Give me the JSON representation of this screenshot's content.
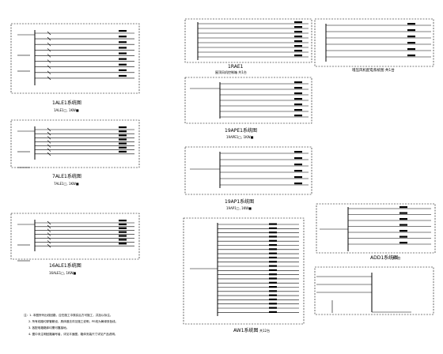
{
  "panels": [
    {
      "id": "1ALE1",
      "title": "1ALE1系统图",
      "subtitle": "1ALE1□, 1KW■"
    },
    {
      "id": "7ALE1",
      "title": "7ALE1系统图",
      "subtitle": "7ALE1□, 1KW■"
    },
    {
      "id": "16ALE1",
      "title": "16ALE1系统图",
      "subtitle": "16ALE1□, 1KW■"
    },
    {
      "id": "1RAE1",
      "title": "1RAE1",
      "subtitle": "屋顶风机控制箱 共1台"
    },
    {
      "id": "19APE1",
      "title": "19APE1系统图",
      "subtitle": "19APE1□, 1KW■"
    },
    {
      "id": "19AP1",
      "title": "19AP1系统图",
      "subtitle": "19AP1□, 1KW■"
    },
    {
      "id": "AW1",
      "title": "AW1系统图",
      "subtitle": "共12台"
    },
    {
      "id": "ADD1",
      "title": "ADD1系统图",
      "subtitle": "共1台"
    },
    {
      "id": "PRESSURE",
      "title": "增压风机配电系统图 共1台",
      "subtitle": ""
    }
  ],
  "notes": {
    "line1": "注：1. 本图所列出线回路，应在施工中核实后方可施工，并加以标注。",
    "line2": "2. 所有线路均穿管敷设，具体做法详见施工说明，PE线为黄绿双色线。",
    "line3": "3. 各配电箱箱体均需可靠接地。",
    "line4": "4. 图中未注明回路编号者，详见平面图，箱体安装尺寸详见产品说明。"
  },
  "colors": {
    "line": "#000000",
    "paper": "#ffffff"
  }
}
